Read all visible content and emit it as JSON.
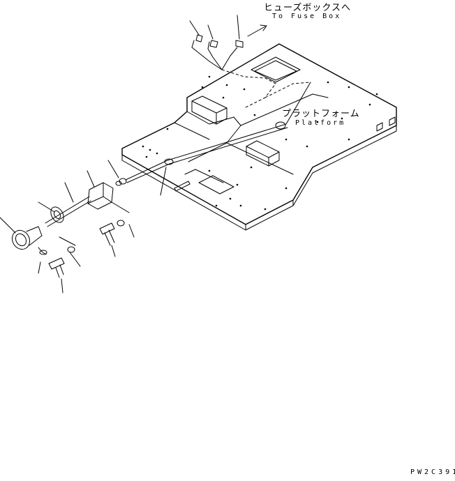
{
  "callouts": {
    "fuse_box_jp": "ヒューズボックスへ",
    "fuse_box_en": "To Fuse Box",
    "platform_jp": "プラットフォーム",
    "platform_en": "Platform"
  },
  "drawing_code": "PW2C391",
  "colors": {
    "line": "#000000",
    "background": "#ffffff"
  }
}
